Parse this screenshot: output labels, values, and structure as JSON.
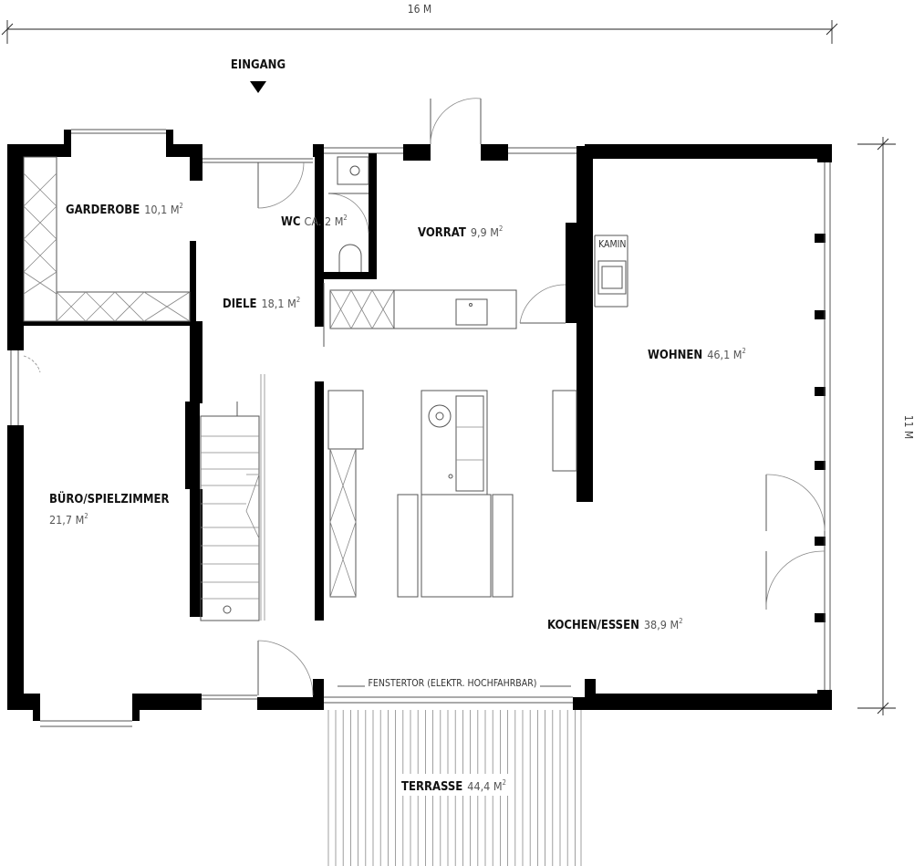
{
  "dimensions": {
    "width_label": "16 M",
    "height_label": "11 M"
  },
  "entrance_label": "EINGANG",
  "rooms": {
    "garderobe": {
      "name": "GARDEROBE",
      "area": "10,1 M",
      "sup": "2"
    },
    "wc": {
      "name": "WC",
      "area": "CA. 2 M",
      "sup": "2"
    },
    "vorrat": {
      "name": "VORRAT",
      "area": "9,9 M",
      "sup": "2"
    },
    "diele": {
      "name": "DIELE",
      "area": "18,1 M",
      "sup": "2"
    },
    "wohnen": {
      "name": "WOHNEN",
      "area": "46,1 M",
      "sup": "2"
    },
    "buero": {
      "name": "BÜRO/SPIELZIMMER",
      "area": "21,7 M",
      "sup": "2"
    },
    "kochen": {
      "name": "KOCHEN/ESSEN",
      "area": "38,9 M",
      "sup": "2"
    },
    "terrasse": {
      "name": "TERRASSE",
      "area": "44,4 M",
      "sup": "2"
    }
  },
  "labels": {
    "kamin": "KAMIN",
    "fenstertor": "FENSTERTOR (ELEKTR. HOCHFAHRBAR)"
  }
}
